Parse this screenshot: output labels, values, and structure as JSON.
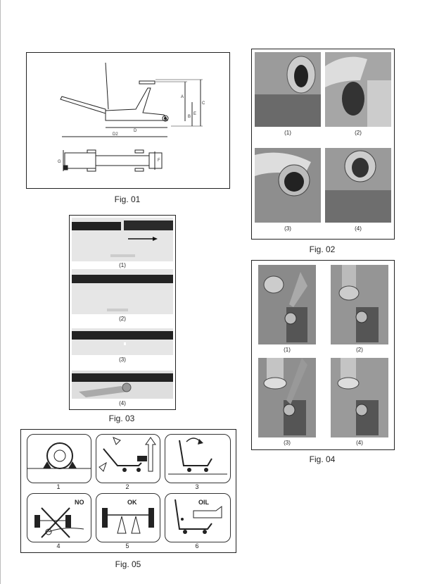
{
  "figures": {
    "fig01": {
      "caption": "Fig. 01",
      "dimension_labels": [
        "A",
        "B",
        "C",
        "E",
        "D",
        "D2",
        "G",
        "F"
      ]
    },
    "fig02": {
      "caption": "Fig. 02",
      "panels": [
        "(1)",
        "(2)",
        "(3)",
        "(4)"
      ]
    },
    "fig03": {
      "caption": "Fig. 03",
      "panels": [
        "(1)",
        "(2)",
        "(3)",
        "(4)"
      ]
    },
    "fig04": {
      "caption": "Fig. 04",
      "panels": [
        "(1)",
        "(2)",
        "(3)",
        "(4)"
      ]
    },
    "fig05": {
      "caption": "Fig. 05",
      "steps": [
        "1",
        "2",
        "3",
        "4",
        "5",
        "6"
      ],
      "tags": {
        "no": "NO",
        "ok": "OK",
        "oil": "OIL"
      }
    }
  }
}
